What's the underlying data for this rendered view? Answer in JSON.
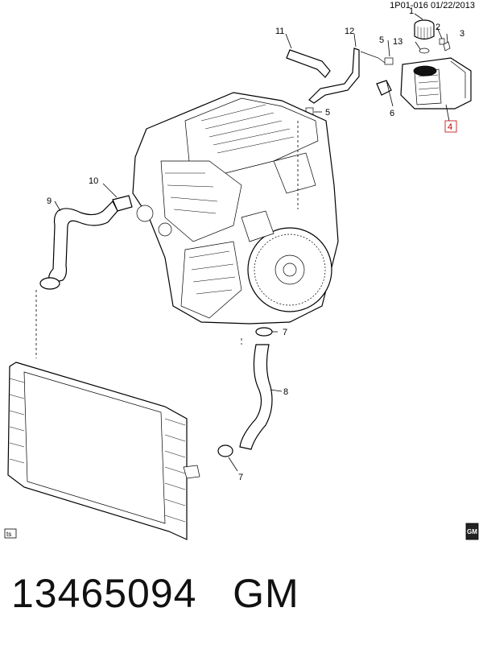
{
  "header": {
    "diagram_code": "1P01-016",
    "date": "01/22/2013"
  },
  "callouts": {
    "c1": "1",
    "c2": "2",
    "c3": "3",
    "c4": "4",
    "c5a": "5",
    "c5b": "5",
    "c6": "6",
    "c7a": "7",
    "c7b": "7",
    "c8": "8",
    "c9": "9",
    "c10": "10",
    "c11": "11",
    "c12": "12",
    "c13": "13"
  },
  "badges": {
    "left": "ts",
    "right": "GM"
  },
  "footer": {
    "part_number": "13465094",
    "brand": "GM"
  }
}
